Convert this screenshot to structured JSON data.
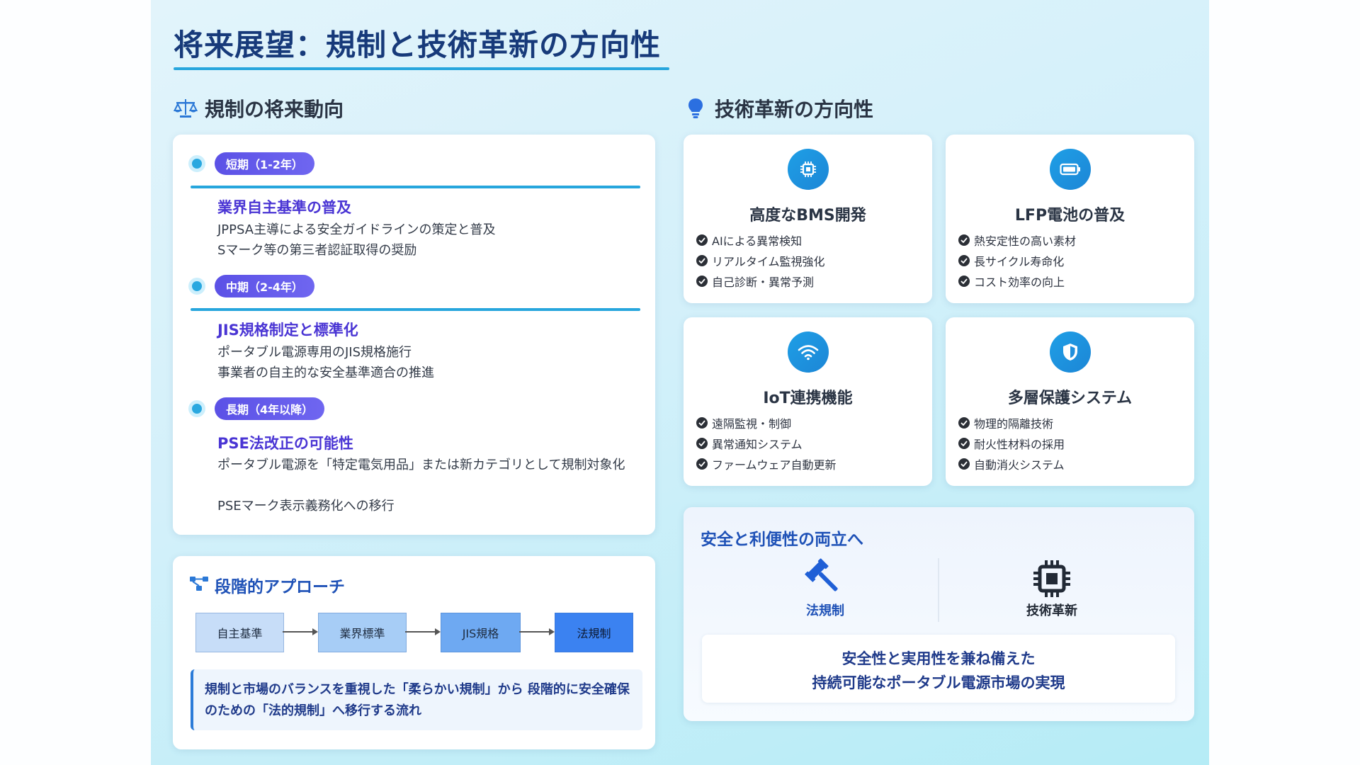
{
  "title": "将来展望：規制と技術革新の方向性",
  "regulation": {
    "heading": "規制の将来動向",
    "heading_icon": "scale-icon",
    "phases": [
      {
        "badge": "短期（1-2年）",
        "title": "業界自主基準の普及",
        "lines": [
          "JPPSA主導による安全ガイドラインの策定と普及",
          "Sマーク等の第三者認証取得の奨励"
        ]
      },
      {
        "badge": "中期（2-4年）",
        "title": "JIS規格制定と標準化",
        "lines": [
          "ポータブル電源専用のJIS規格施行",
          "事業者の自主的な安全基準適合の推進"
        ]
      },
      {
        "badge": "長期（4年以降）",
        "title": "PSE法改正の可能性",
        "lines": [
          "ポータブル電源を「特定電気用品」または新カテゴリとして規制対象化",
          "PSEマーク表示義務化への移行"
        ]
      }
    ]
  },
  "approach": {
    "heading": "段階的アプローチ",
    "heading_icon": "flow-network-icon",
    "steps": [
      "自主基準",
      "業界標準",
      "JIS規格",
      "法規制"
    ],
    "step_colors": [
      "#c7ddf8",
      "#a7cdf6",
      "#6ea9f2",
      "#3b82f1"
    ],
    "note": "規制と市場のバランスを重視した「柔らかい規制」から 段階的に安全確保のための「法的規制」へ移行する流れ"
  },
  "technology": {
    "heading": "技術革新の方向性",
    "heading_icon": "lightbulb-icon",
    "features": [
      {
        "icon": "chip-icon",
        "title": "高度なBMS開発",
        "items": [
          "AIによる異常検知",
          "リアルタイム監視強化",
          "自己診断・異常予測"
        ]
      },
      {
        "icon": "battery-icon",
        "title": "LFP電池の普及",
        "items": [
          "熱安定性の高い素材",
          "長サイクル寿命化",
          "コスト効率の向上"
        ]
      },
      {
        "icon": "wifi-icon",
        "title": "IoT連携機能",
        "items": [
          "遠隔監視・制御",
          "異常通知システム",
          "ファームウェア自動更新"
        ]
      },
      {
        "icon": "shield-icon",
        "title": "多層保護システム",
        "items": [
          "物理的隔離技術",
          "耐火性材料の採用",
          "自動消火システム"
        ]
      }
    ]
  },
  "balance": {
    "heading": "安全と利便性の両立へ",
    "left_label": "法規制",
    "left_icon": "gavel-icon",
    "right_label": "技術革新",
    "right_icon": "chip-icon",
    "summary_line1": "安全性と実用性を兼ね備えた",
    "summary_line2": "持続可能なポータブル電源市場の実現"
  },
  "colors": {
    "accent": "#27a6dd",
    "title": "#173a7a",
    "phase_badge": "#5b51e6",
    "phase_title": "#4a35d4"
  }
}
